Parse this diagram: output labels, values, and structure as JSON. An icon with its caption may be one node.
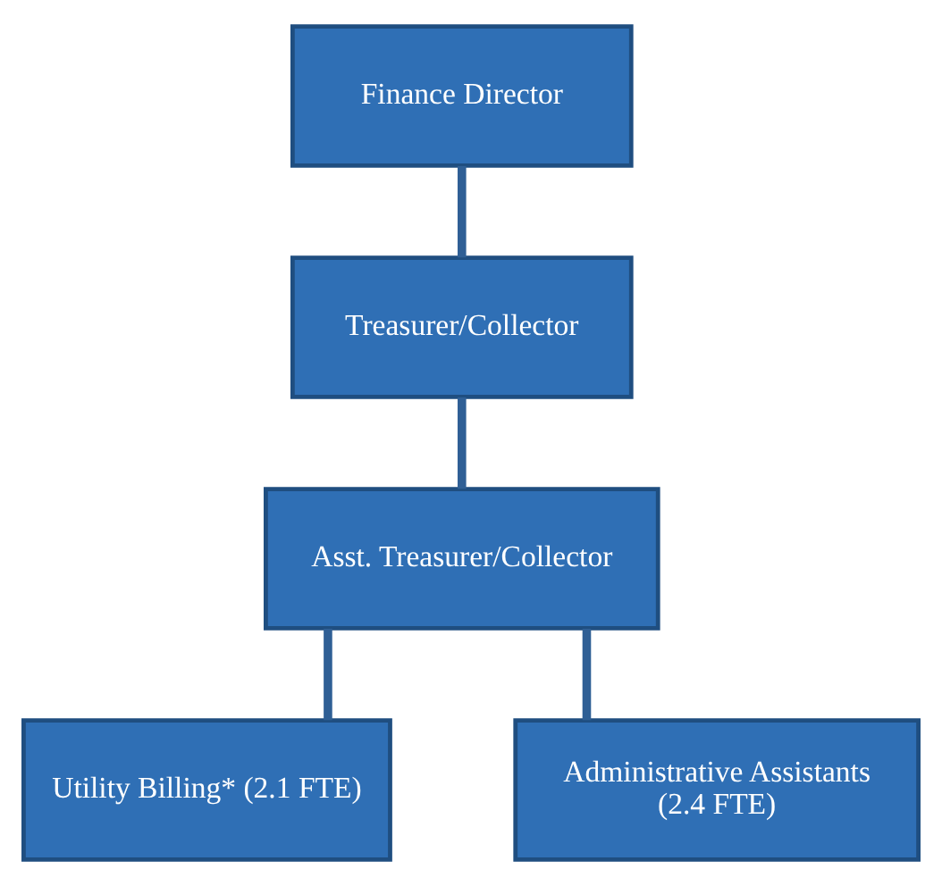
{
  "diagram": {
    "nodes": [
      {
        "text": [
          "Finance Director"
        ]
      },
      {
        "text": [
          "Treasurer/Collector"
        ]
      },
      {
        "text": [
          "Asst. Treasurer/Collector"
        ]
      },
      {
        "text": [
          "Utility Billing* (2.1 FTE)"
        ]
      },
      {
        "text": [
          "Administrative Assistants",
          "(2.4 FTE)"
        ]
      }
    ],
    "edges": [
      {
        "from": 0,
        "to": 1,
        "arrow": "none"
      },
      {
        "from": 1,
        "to": 2,
        "arrow": "none"
      },
      {
        "from": 2,
        "to": 3,
        "arrow": "none"
      },
      {
        "from": 2,
        "to": 4,
        "arrow": "none"
      }
    ]
  }
}
